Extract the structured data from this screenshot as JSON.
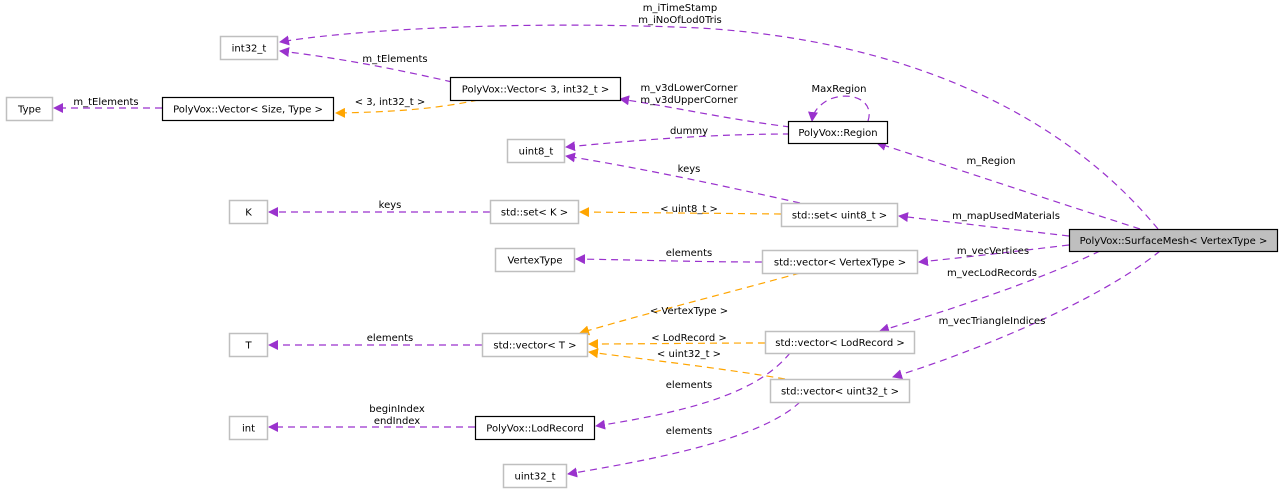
{
  "title": "Collaboration diagram for PolyVox::SurfaceMesh< VertexType >",
  "colors": {
    "member_edge": "#9a32cd",
    "template_edge": "#ffa500",
    "external_border": "#bfbfbf",
    "documented_border": "#000000",
    "focus_fill": "#bfbfbf",
    "node_fill": "#ffffff"
  },
  "nodes": [
    {
      "id": "surfacemesh",
      "label": "PolyVox::SurfaceMesh< VertexType >",
      "kind": "focus"
    },
    {
      "id": "int32_t",
      "label": "int32_t",
      "kind": "external"
    },
    {
      "id": "type",
      "label": "Type",
      "kind": "external"
    },
    {
      "id": "vector_size_type",
      "label": "PolyVox::Vector< Size, Type >",
      "kind": "documented"
    },
    {
      "id": "vector_3_int32",
      "label": "PolyVox::Vector< 3, int32_t >",
      "kind": "documented"
    },
    {
      "id": "region",
      "label": "PolyVox::Region",
      "kind": "documented"
    },
    {
      "id": "uint8_t",
      "label": "uint8_t",
      "kind": "external"
    },
    {
      "id": "k",
      "label": "K",
      "kind": "external"
    },
    {
      "id": "set_k",
      "label": "std::set< K >",
      "kind": "external"
    },
    {
      "id": "set_uint8",
      "label": "std::set< uint8_t >",
      "kind": "external"
    },
    {
      "id": "vertextype",
      "label": "VertexType",
      "kind": "external"
    },
    {
      "id": "vector_vertextype",
      "label": "std::vector< VertexType >",
      "kind": "external"
    },
    {
      "id": "t",
      "label": "T",
      "kind": "external"
    },
    {
      "id": "vector_t",
      "label": "std::vector< T >",
      "kind": "external"
    },
    {
      "id": "vector_lodrecord",
      "label": "std::vector< LodRecord >",
      "kind": "external"
    },
    {
      "id": "vector_uint32",
      "label": "std::vector< uint32_t >",
      "kind": "external"
    },
    {
      "id": "int",
      "label": "int",
      "kind": "external"
    },
    {
      "id": "lodrecord",
      "label": "PolyVox::LodRecord",
      "kind": "documented"
    },
    {
      "id": "uint32_t",
      "label": "uint32_t",
      "kind": "external"
    }
  ],
  "edges": [
    {
      "from": "surfacemesh",
      "to": "int32_t",
      "kind": "member",
      "label": [
        "m_iTimeStamp",
        "m_iNoOfLod0Tris"
      ]
    },
    {
      "from": "vector_3_int32",
      "to": "int32_t",
      "kind": "member",
      "label": [
        "m_tElements"
      ]
    },
    {
      "from": "vector_size_type",
      "to": "type",
      "kind": "member",
      "label": [
        "m_tElements"
      ]
    },
    {
      "from": "vector_3_int32",
      "to": "vector_size_type",
      "kind": "template",
      "label": [
        "< 3, int32_t >"
      ]
    },
    {
      "from": "region",
      "to": "vector_3_int32",
      "kind": "member",
      "label": [
        "m_v3dLowerCorner",
        "m_v3dUpperCorner"
      ]
    },
    {
      "from": "region",
      "to": "region",
      "kind": "member",
      "label": [
        "MaxRegion"
      ]
    },
    {
      "from": "region",
      "to": "uint8_t",
      "kind": "member",
      "label": [
        "dummy"
      ]
    },
    {
      "from": "surfacemesh",
      "to": "region",
      "kind": "member",
      "label": [
        "m_Region"
      ]
    },
    {
      "from": "set_uint8",
      "to": "uint8_t",
      "kind": "member",
      "label": [
        "keys"
      ]
    },
    {
      "from": "set_k",
      "to": "k",
      "kind": "member",
      "label": [
        "keys"
      ]
    },
    {
      "from": "set_uint8",
      "to": "set_k",
      "kind": "template",
      "label": [
        "< uint8_t >"
      ]
    },
    {
      "from": "surfacemesh",
      "to": "set_uint8",
      "kind": "member",
      "label": [
        "m_mapUsedMaterials"
      ]
    },
    {
      "from": "vector_vertextype",
      "to": "vertextype",
      "kind": "member",
      "label": [
        "elements"
      ]
    },
    {
      "from": "surfacemesh",
      "to": "vector_vertextype",
      "kind": "member",
      "label": [
        "m_vecVertices"
      ]
    },
    {
      "from": "vector_vertextype",
      "to": "vector_t",
      "kind": "template",
      "label": [
        "< VertexType >"
      ]
    },
    {
      "from": "vector_t",
      "to": "t",
      "kind": "member",
      "label": [
        "elements"
      ]
    },
    {
      "from": "vector_lodrecord",
      "to": "vector_t",
      "kind": "template",
      "label": [
        "< LodRecord >"
      ]
    },
    {
      "from": "vector_uint32",
      "to": "vector_t",
      "kind": "template",
      "label": [
        "< uint32_t >"
      ]
    },
    {
      "from": "surfacemesh",
      "to": "vector_lodrecord",
      "kind": "member",
      "label": [
        "m_vecLodRecords"
      ]
    },
    {
      "from": "surfacemesh",
      "to": "vector_uint32",
      "kind": "member",
      "label": [
        "m_vecTriangleIndices"
      ]
    },
    {
      "from": "lodrecord",
      "to": "int",
      "kind": "member",
      "label": [
        "beginIndex",
        "endIndex"
      ]
    },
    {
      "from": "vector_lodrecord",
      "to": "lodrecord",
      "kind": "member",
      "label": [
        "elements"
      ]
    },
    {
      "from": "vector_uint32",
      "to": "uint32_t",
      "kind": "member",
      "label": [
        "elements"
      ]
    }
  ]
}
